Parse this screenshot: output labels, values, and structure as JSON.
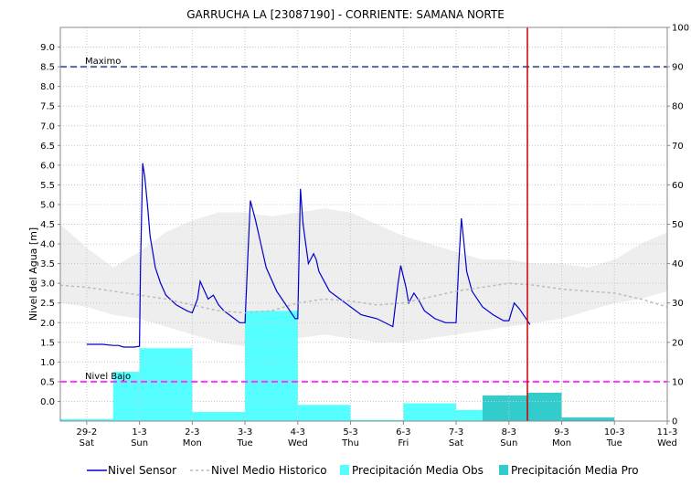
{
  "chart_data": {
    "type": "line",
    "title": "GARRUCHA LA   [23087190] - CORRIENTE: SAMANA NORTE",
    "ylabel": "Nivel del Agua [m]",
    "ylim": [
      -0.5,
      9.5
    ],
    "y2lim": [
      0,
      100
    ],
    "y_ticks": [
      "9.0",
      "8.5",
      "8.0",
      "7.5",
      "7.0",
      "6.5",
      "6.0",
      "5.5",
      "5.0",
      "4.5",
      "4.0",
      "3.5",
      "3.0",
      "2.5",
      "2.0",
      "1.5",
      "1.0",
      "0.5",
      "0.0"
    ],
    "y2_ticks": [
      "100",
      "90",
      "80",
      "70",
      "60",
      "50",
      "40",
      "30",
      "20",
      "10",
      "0"
    ],
    "x_ticks": [
      {
        "date": "29-2",
        "day": "Sat"
      },
      {
        "date": "1-3",
        "day": "Sun"
      },
      {
        "date": "2-3",
        "day": "Mon"
      },
      {
        "date": "3-3",
        "day": "Tue"
      },
      {
        "date": "4-3",
        "day": "Wed"
      },
      {
        "date": "5-3",
        "day": "Thu"
      },
      {
        "date": "6-3",
        "day": "Fri"
      },
      {
        "date": "7-3",
        "day": "Sat"
      },
      {
        "date": "8-3",
        "day": "Sun"
      },
      {
        "date": "9-3",
        "day": "Mon"
      },
      {
        "date": "10-3",
        "day": "Tue"
      },
      {
        "date": "11-3",
        "day": "Wed"
      }
    ],
    "grid": true,
    "legend_position": "bottom",
    "current_time": 8.35,
    "reference_lines": [
      {
        "label": "Maximo",
        "value": 8.5,
        "color": "#5566a0"
      },
      {
        "label": "Nivel Bajo",
        "value": 0.5,
        "color": "#ff33ff"
      }
    ],
    "historic_band": {
      "x": [
        -0.5,
        0.0,
        0.5,
        1.0,
        1.5,
        2.0,
        2.5,
        3.0,
        3.5,
        4.0,
        4.5,
        5.0,
        5.5,
        6.0,
        6.5,
        7.0,
        7.5,
        8.0,
        8.5,
        9.0,
        9.5,
        10.0,
        10.5,
        11.0
      ],
      "upper": [
        4.5,
        3.9,
        3.4,
        3.8,
        4.3,
        4.6,
        4.8,
        4.8,
        4.7,
        4.8,
        4.9,
        4.8,
        4.5,
        4.2,
        4.0,
        3.8,
        3.6,
        3.6,
        3.5,
        3.5,
        3.4,
        3.6,
        4.0,
        4.3
      ],
      "lower": [
        2.5,
        2.4,
        2.2,
        2.1,
        1.9,
        1.7,
        1.5,
        1.4,
        1.5,
        1.6,
        1.7,
        1.6,
        1.5,
        1.5,
        1.6,
        1.7,
        1.8,
        1.9,
        2.0,
        2.1,
        2.3,
        2.5,
        2.6,
        2.8
      ]
    },
    "series": [
      {
        "name": "Nivel Sensor",
        "color": "#0000cc",
        "x": [
          0.0,
          0.3,
          0.5,
          0.6,
          0.7,
          0.9,
          1.0,
          1.02,
          1.06,
          1.1,
          1.15,
          1.2,
          1.3,
          1.4,
          1.5,
          1.7,
          1.9,
          2.0,
          2.1,
          2.15,
          2.25,
          2.3,
          2.4,
          2.5,
          2.6,
          2.7,
          2.9,
          3.0,
          3.05,
          3.1,
          3.2,
          3.3,
          3.4,
          3.6,
          3.8,
          3.95,
          4.0,
          4.05,
          4.1,
          4.2,
          4.3,
          4.35,
          4.4,
          4.6,
          4.8,
          5.0,
          5.2,
          5.5,
          5.8,
          5.9,
          5.95,
          6.05,
          6.1,
          6.2,
          6.3,
          6.4,
          6.5,
          6.6,
          6.8,
          7.0,
          7.05,
          7.1,
          7.15,
          7.2,
          7.3,
          7.5,
          7.7,
          7.9,
          8.0,
          8.1,
          8.2,
          8.3,
          8.4
        ],
        "y": [
          1.45,
          1.45,
          1.42,
          1.42,
          1.38,
          1.38,
          1.4,
          3.5,
          6.05,
          5.7,
          5.0,
          4.2,
          3.4,
          3.0,
          2.7,
          2.45,
          2.3,
          2.25,
          2.6,
          3.05,
          2.75,
          2.6,
          2.7,
          2.45,
          2.3,
          2.2,
          2.0,
          2.0,
          3.6,
          5.1,
          4.6,
          4.0,
          3.4,
          2.8,
          2.4,
          2.1,
          2.1,
          5.4,
          4.5,
          3.5,
          3.75,
          3.6,
          3.3,
          2.8,
          2.6,
          2.4,
          2.2,
          2.1,
          1.9,
          3.0,
          3.45,
          2.9,
          2.5,
          2.75,
          2.55,
          2.3,
          2.2,
          2.1,
          2.0,
          2.0,
          3.5,
          4.65,
          4.0,
          3.3,
          2.8,
          2.4,
          2.2,
          2.05,
          2.05,
          2.5,
          2.35,
          2.15,
          1.95
        ]
      },
      {
        "name": "Nivel Medio Historico",
        "color": "#bbbbbb",
        "x": [
          -0.5,
          0.0,
          0.5,
          1.0,
          1.5,
          2.0,
          2.5,
          3.0,
          3.5,
          4.0,
          4.5,
          5.0,
          5.5,
          6.0,
          6.5,
          7.0,
          7.5,
          8.0,
          8.5,
          9.0,
          9.5,
          10.0,
          10.5,
          11.0
        ],
        "y": [
          2.95,
          2.9,
          2.8,
          2.7,
          2.6,
          2.45,
          2.3,
          2.25,
          2.3,
          2.5,
          2.6,
          2.55,
          2.45,
          2.5,
          2.65,
          2.8,
          2.9,
          3.0,
          2.95,
          2.85,
          2.8,
          2.75,
          2.6,
          2.4
        ]
      }
    ],
    "bars": [
      {
        "name": "Precipitación Media Obs",
        "color": "#55ffff",
        "start": [
          -0.5,
          0.5,
          1.0,
          2.0,
          3.0,
          4.0,
          5.0,
          6.0,
          7.0,
          8.0
        ],
        "end": [
          0.5,
          1.0,
          2.0,
          3.0,
          4.0,
          5.0,
          6.0,
          7.0,
          8.0,
          8.35
        ],
        "values": [
          0.5,
          12.5,
          18.5,
          2.3,
          28,
          4.1,
          0.3,
          4.5,
          2.8,
          2.8
        ]
      },
      {
        "name": "Precipitación Media Pro",
        "color": "#33cccc",
        "start": [
          7.5,
          8.35,
          9.0,
          10.0
        ],
        "end": [
          8.35,
          9.0,
          10.0,
          11.0
        ],
        "values": [
          6.5,
          7.2,
          0.9,
          0.1
        ]
      }
    ]
  }
}
